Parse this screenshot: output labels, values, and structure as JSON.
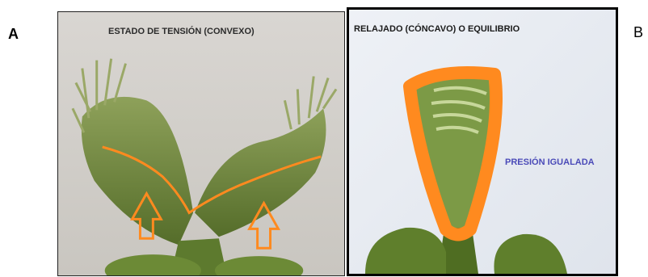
{
  "panels": {
    "a": {
      "letter": "A",
      "caption": "ESTADO DE TENSIÓN (CONVEXO)"
    },
    "b": {
      "letter": "B",
      "caption": "RELAJADO (CÓNCAVO) O EQUILIBRIO",
      "annotation": "PRESIÓN IGUALADA"
    }
  },
  "colors": {
    "overlay_orange": "#ff8a1f",
    "annotation_blue": "#4a4ab8",
    "plant_green": "#6f8a3e"
  }
}
